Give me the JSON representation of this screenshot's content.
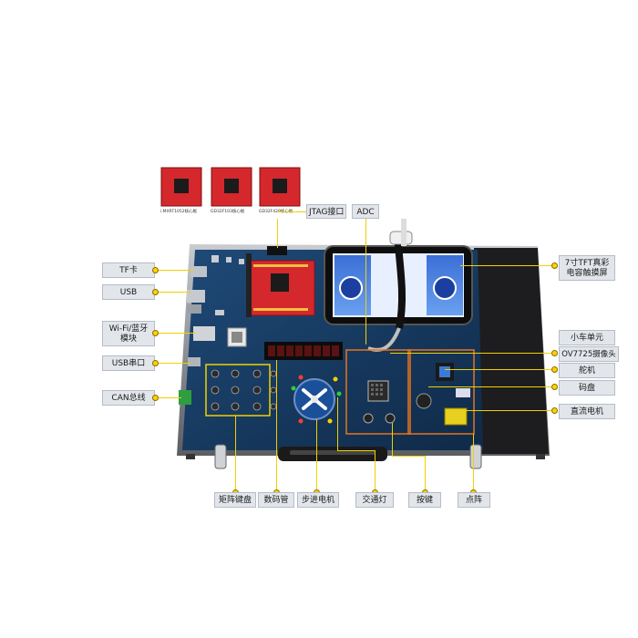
{
  "core_boards": [
    {
      "caption": "i.MXRT1052核心板"
    },
    {
      "caption": "GD32F103核心板"
    },
    {
      "caption": "GD32F429核心板"
    }
  ],
  "labels": {
    "jtag": "JTAG接口",
    "adc": "ADC",
    "tf": "TF卡",
    "usb": "USB",
    "wifi_line1": "Wi-Fi/蓝牙",
    "wifi_line2": "模块",
    "usb_serial": "USB串口",
    "can": "CAN总线",
    "tft_line1": "7寸TFT真彩",
    "tft_line2": "电容触摸屏",
    "car": "小车单元",
    "camera": "OV7725摄像头",
    "servo": "舵机",
    "encoder": "码盘",
    "dc_motor": "直流电机",
    "matrix_keypad": "矩阵键盘",
    "digit_tube": "数码管",
    "stepper": "步进电机",
    "traffic_light": "交通灯",
    "key": "按键",
    "dot_matrix": "点阵"
  },
  "colors": {
    "label_bg": "#e2e6eb",
    "leader": "#f2d000",
    "board": "#14365a",
    "case": "#2a2a2a",
    "pcb_red": "#d4282c"
  }
}
